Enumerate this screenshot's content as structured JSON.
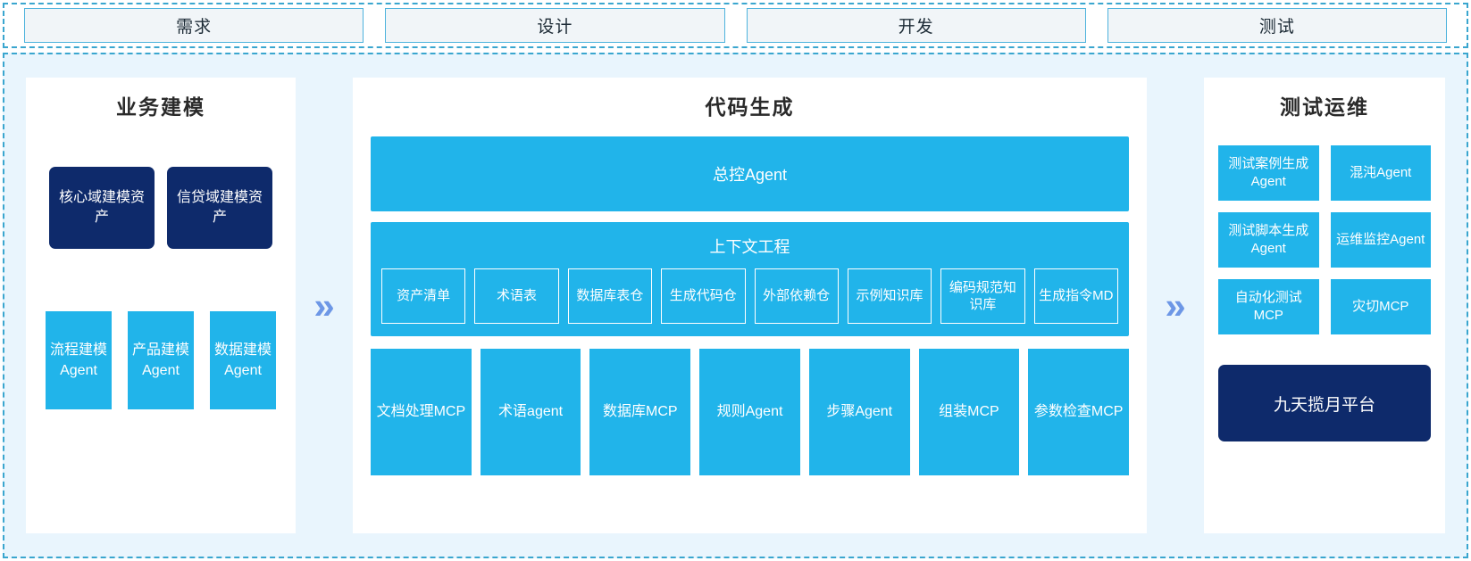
{
  "stages": {
    "items": [
      {
        "label": "需求"
      },
      {
        "label": "设计"
      },
      {
        "label": "开发"
      },
      {
        "label": "测试"
      }
    ]
  },
  "colors": {
    "accent_cyan": "#21b4ea",
    "navy": "#0e2a6b",
    "panel_bg": "#e9f5fd",
    "dashed_border": "#3aa6cf",
    "chevron": "#6d97e6",
    "stage_box_bg": "#f1f5f8",
    "stage_box_border": "#4eb3dd"
  },
  "business_modeling": {
    "title": "业务建模",
    "assets": [
      {
        "label": "核心域建模资产"
      },
      {
        "label": "信贷域建模资产"
      }
    ],
    "agents": [
      {
        "label": "流程建模Agent"
      },
      {
        "label": "产品建模Agent"
      },
      {
        "label": "数据建模Agent"
      }
    ]
  },
  "connector_1": {
    "icon": "double-chevron-right-icon",
    "glyph": "»"
  },
  "connector_2": {
    "icon": "double-chevron-right-icon",
    "glyph": "»"
  },
  "code_generation": {
    "title": "代码生成",
    "master_agent": {
      "label": "总控Agent"
    },
    "context_engineering": {
      "title": "上下文工程",
      "items": [
        {
          "label": "资产清单"
        },
        {
          "label": "术语表"
        },
        {
          "label": "数据库表仓"
        },
        {
          "label": "生成代码仓"
        },
        {
          "label": "外部依赖仓"
        },
        {
          "label": "示例知识库"
        },
        {
          "label": "编码规范知识库"
        },
        {
          "label": "生成指令MD"
        }
      ]
    },
    "tools": [
      {
        "label": "文档处理MCP"
      },
      {
        "label": "术语agent"
      },
      {
        "label": "数据库MCP"
      },
      {
        "label": "规则Agent"
      },
      {
        "label": "步骤Agent"
      },
      {
        "label": "组装MCP"
      },
      {
        "label": "参数检查MCP"
      }
    ]
  },
  "test_ops": {
    "title": "测试运维",
    "items": [
      {
        "label": "测试案例生成Agent"
      },
      {
        "label": "混沌Agent"
      },
      {
        "label": "测试脚本生成Agent"
      },
      {
        "label": "运维监控Agent"
      },
      {
        "label": "自动化测试MCP"
      },
      {
        "label": "灾切MCP"
      }
    ],
    "platform": {
      "label": "九天揽月平台"
    }
  }
}
